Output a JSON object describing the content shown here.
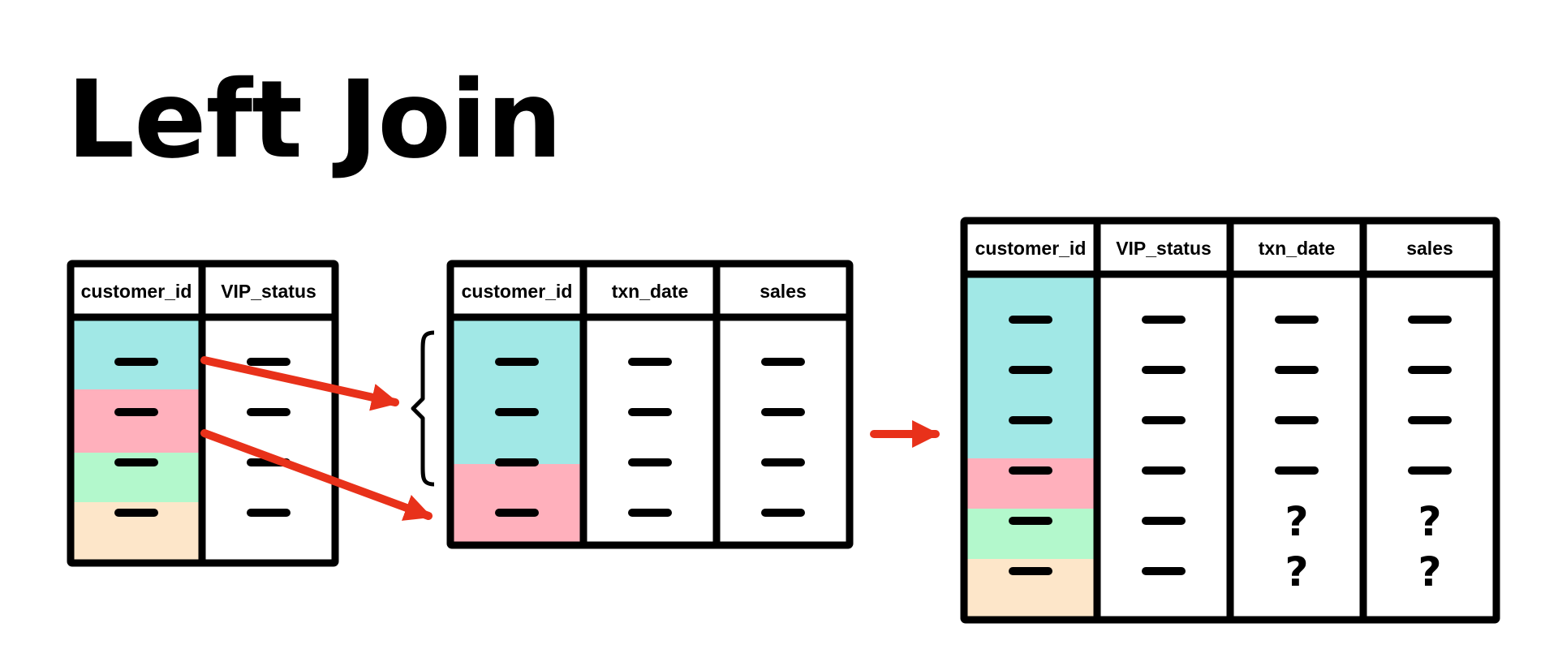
{
  "title": "Left Join",
  "colors": {
    "ink": "#000000",
    "arrow": "#e8311a",
    "cyan": "#a1e8e6",
    "pink": "#ffb0bc",
    "green": "#b3f8cc",
    "peach": "#fde6c9",
    "white": "#ffffff"
  },
  "row_dash": "—",
  "missing_value": "?",
  "tables": [
    {
      "id": "customers",
      "columns": [
        "customer_id",
        "VIP_status"
      ],
      "rows": [
        {
          "key_color": "cyan",
          "cells": [
            "—",
            "—"
          ]
        },
        {
          "key_color": "pink",
          "cells": [
            "—",
            "—"
          ]
        },
        {
          "key_color": "green",
          "cells": [
            "—",
            "—"
          ]
        },
        {
          "key_color": "peach",
          "cells": [
            "—",
            "—"
          ]
        }
      ]
    },
    {
      "id": "transactions",
      "columns": [
        "customer_id",
        "txn_date",
        "sales"
      ],
      "rows": [
        {
          "key_color": "cyan",
          "cells": [
            "—",
            "—",
            "—"
          ]
        },
        {
          "key_color": "cyan",
          "cells": [
            "—",
            "—",
            "—"
          ]
        },
        {
          "key_color": "cyan",
          "cells": [
            "—",
            "—",
            "—"
          ]
        },
        {
          "key_color": "pink",
          "cells": [
            "—",
            "—",
            "—"
          ]
        }
      ]
    },
    {
      "id": "result",
      "columns": [
        "customer_id",
        "VIP_status",
        "txn_date",
        "sales"
      ],
      "rows": [
        {
          "key_color": "cyan",
          "cells": [
            "—",
            "—",
            "—",
            "—"
          ]
        },
        {
          "key_color": "cyan",
          "cells": [
            "—",
            "—",
            "—",
            "—"
          ]
        },
        {
          "key_color": "cyan",
          "cells": [
            "—",
            "—",
            "—",
            "—"
          ]
        },
        {
          "key_color": "pink",
          "cells": [
            "—",
            "—",
            "—",
            "—"
          ]
        },
        {
          "key_color": "green",
          "cells": [
            "—",
            "—",
            "?",
            "?"
          ]
        },
        {
          "key_color": "peach",
          "cells": [
            "—",
            "—",
            "?",
            "?"
          ]
        }
      ]
    }
  ],
  "arrows": [
    {
      "from": "customers.row.0",
      "to": "transactions.group.cyan"
    },
    {
      "from": "customers.row.1",
      "to": "transactions.group.pink"
    },
    {
      "from": "transactions",
      "to": "result"
    }
  ]
}
